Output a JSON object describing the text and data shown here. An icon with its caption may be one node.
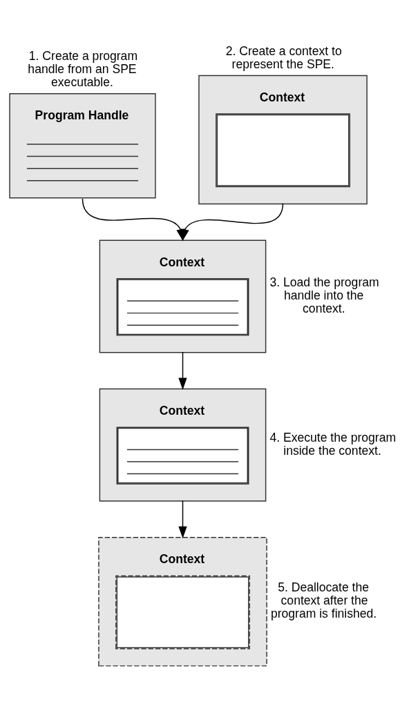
{
  "diagram": {
    "nodes": [
      {
        "text": [
          "Program Handle"
        ],
        "beside": [
          "1. Create a program handle from an SPE executable."
        ]
      },
      {
        "text": [
          "Context"
        ],
        "beside": [
          "2. Create a context to represent the SPE."
        ]
      },
      {
        "text": [
          "Context"
        ],
        "beside": [
          "3. Load the program handle into the context."
        ]
      },
      {
        "text": [
          "Context"
        ],
        "beside": [
          "4. Execute the program inside the context."
        ]
      },
      {
        "text": [
          "Context"
        ],
        "beside": [
          "5. Deallocate the context after the program is finished."
        ]
      }
    ],
    "edges": [
      {
        "from": 0,
        "to": 2,
        "arrow": "to"
      },
      {
        "from": 1,
        "to": 2,
        "arrow": "to"
      },
      {
        "from": 2,
        "to": 3,
        "arrow": "to"
      },
      {
        "from": 3,
        "to": 4,
        "arrow": "to"
      }
    ]
  }
}
